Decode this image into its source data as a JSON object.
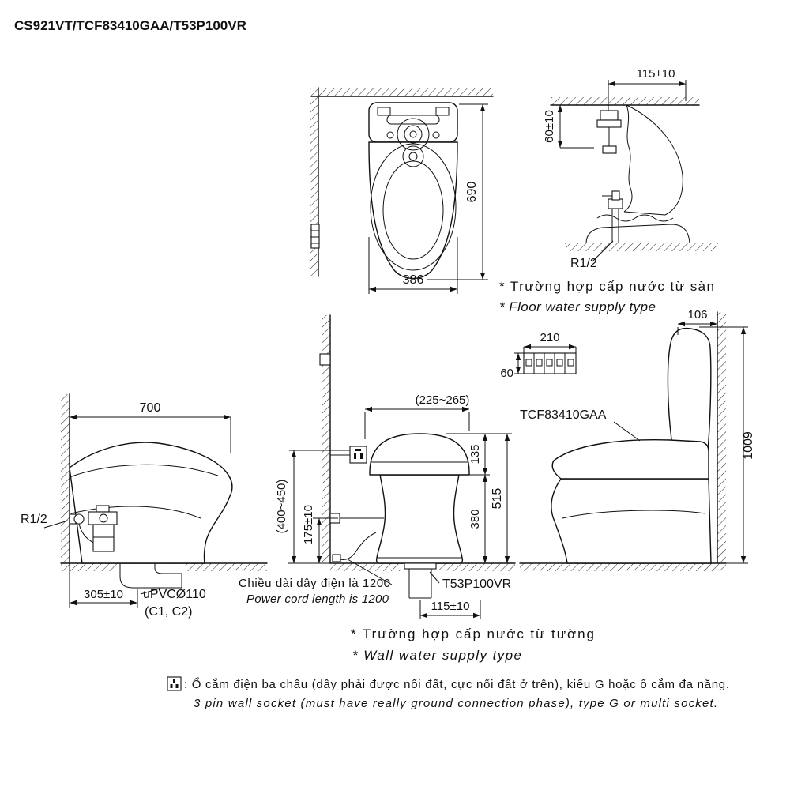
{
  "title": "CS921VT/TCF83410GAA/T53P100VR",
  "colors": {
    "ink": "#111111",
    "paper": "#ffffff"
  },
  "top_view": {
    "dim_depth": "690",
    "dim_width": "386"
  },
  "floor_supply_view": {
    "dim_offset": "115±10",
    "dim_wall_gap": "60±10",
    "thread_size": "R1/2",
    "caption_vi": "* Trường hợp cấp nước từ sàn",
    "caption_en": "* Floor water supply type"
  },
  "remote_detail": {
    "dim_width": "210",
    "dim_height": "60"
  },
  "side_view": {
    "dim_depth": "700",
    "thread_size": "R1/2",
    "dim_drain_setout": "305±10",
    "drain_pipe_label": "uPVCØ110",
    "drain_pipe_note": "(C1, C2)"
  },
  "front_view": {
    "dim_top_range": "(225~265)",
    "dim_seat_band": "135",
    "dim_rim_height": "515",
    "dim_under_rim": "380",
    "dim_supply_height": "175±10",
    "dim_socket_height": "(400~450)",
    "dim_supply_setout": "115±10",
    "drain_part_label": "T53P100VR",
    "cord_note_vi": "Chiều dài dây điện là 1200",
    "cord_note_en": "Power cord length is 1200"
  },
  "rear_view": {
    "washlet_label": "TCF83410GAA",
    "dim_total_height": "1009",
    "dim_lid_gap": "106"
  },
  "wall_supply_caption": {
    "vi": "* Trường hợp cấp nước từ tường",
    "en": "* Wall water supply type"
  },
  "footer": {
    "socket_note_vi": ": Ổ cắm điện ba chấu (dây phải được nối đất, cực nối đất ở trên), kiểu G hoặc ổ cắm đa năng.",
    "socket_note_en": "3 pin wall socket (must have really ground connection phase), type G or multi socket."
  }
}
